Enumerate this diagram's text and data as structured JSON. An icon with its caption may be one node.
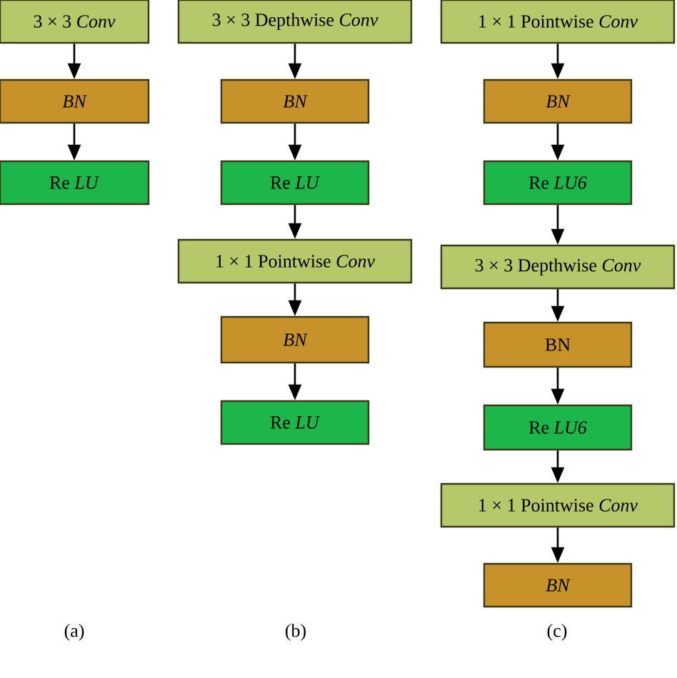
{
  "diagram": {
    "nodes": [
      {
        "text": [
          "3 × 3 *Conv*"
        ]
      },
      {
        "text": [
          "BN"
        ]
      },
      {
        "text": [
          "Re *LU*"
        ]
      },
      {
        "text": [
          "3 × 3 Depthwise *Conv*"
        ]
      },
      {
        "text": [
          "BN"
        ]
      },
      {
        "text": [
          "Re *LU*"
        ]
      },
      {
        "text": [
          "1 × 1 Pointwise *Conv*"
        ]
      },
      {
        "text": [
          "BN"
        ]
      },
      {
        "text": [
          "Re *LU*"
        ]
      },
      {
        "text": [
          "1 × 1 Pointwise *Conv*"
        ]
      },
      {
        "text": [
          "BN"
        ]
      },
      {
        "text": [
          "Re *LU6*"
        ]
      },
      {
        "text": [
          "3 × 3 Depthwise *Conv*"
        ]
      },
      {
        "text": [
          "BN"
        ]
      },
      {
        "text": [
          "Re *LU6*"
        ]
      },
      {
        "text": [
          "1 × 1 Pointwise *Conv*"
        ]
      },
      {
        "text": [
          "BN"
        ]
      }
    ],
    "edges": [
      {
        "from": 0,
        "to": 1,
        "arrow": "to"
      },
      {
        "from": 1,
        "to": 2,
        "arrow": "to"
      },
      {
        "from": 3,
        "to": 4,
        "arrow": "to"
      },
      {
        "from": 4,
        "to": 5,
        "arrow": "to"
      },
      {
        "from": 5,
        "to": 6,
        "arrow": "to"
      },
      {
        "from": 6,
        "to": 7,
        "arrow": "to"
      },
      {
        "from": 7,
        "to": 8,
        "arrow": "to"
      },
      {
        "from": 9,
        "to": 10,
        "arrow": "to"
      },
      {
        "from": 10,
        "to": 11,
        "arrow": "to"
      },
      {
        "from": 11,
        "to": 12,
        "arrow": "to"
      },
      {
        "from": 12,
        "to": 13,
        "arrow": "to"
      },
      {
        "from": 13,
        "to": 14,
        "arrow": "to"
      },
      {
        "from": 14,
        "to": 15,
        "arrow": "to"
      },
      {
        "from": 15,
        "to": 16,
        "arrow": "to"
      }
    ],
    "labels": [
      "(a)",
      "(b)",
      "(c)"
    ]
  }
}
